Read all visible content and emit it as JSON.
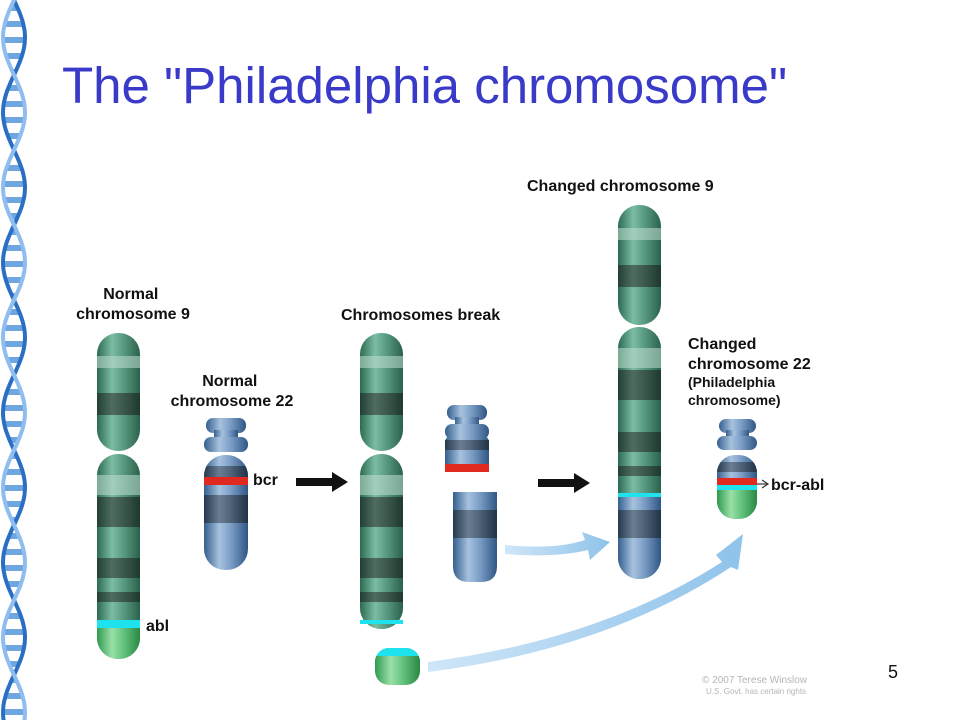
{
  "slide": {
    "title": "The \"Philadelphia chromosome\"",
    "page_number": "5"
  },
  "labels": {
    "normal_chr9": [
      "Normal",
      "chromosome 9"
    ],
    "normal_chr22": [
      "Normal",
      "chromosome 22"
    ],
    "chromosomes_break": "Chromosomes break",
    "changed_chr9": "Changed chromosome 9",
    "changed_chr22": [
      "Changed",
      "chromosome 22",
      "(Philadelphia",
      "chromosome)"
    ],
    "bcr": "bcr",
    "abl": "abl",
    "bcr_abl": "bcr-abl"
  },
  "credit": {
    "line1": "© 2007 Terese Winslow",
    "line2": "U.S. Govt. has certain rights"
  },
  "colors": {
    "title": "#3a3ac8",
    "chr9": "#4d9479",
    "chr22": "#5f86b5",
    "bcr": "#e0291f",
    "abl": "#22d4e0",
    "abl_segment": "#45b865",
    "arrow": "#a3cdee"
  }
}
